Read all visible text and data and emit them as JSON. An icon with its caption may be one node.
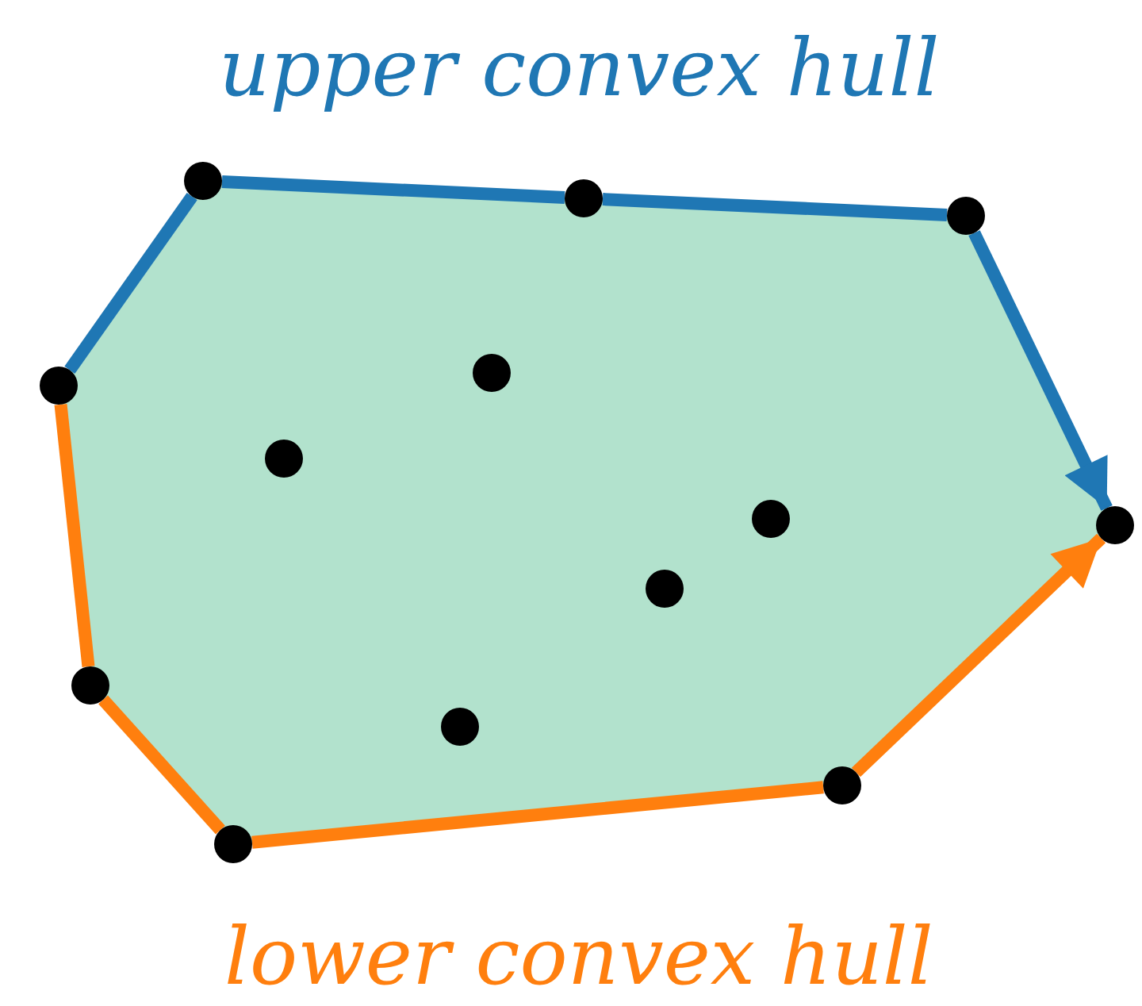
{
  "diagram": {
    "nodes": [
      {
        "text": [],
        "shape": "circle"
      },
      {
        "text": [],
        "shape": "circle"
      },
      {
        "text": [],
        "shape": "circle"
      },
      {
        "text": [],
        "shape": "circle"
      },
      {
        "text": [],
        "shape": "circle"
      },
      {
        "text": [],
        "shape": "circle"
      },
      {
        "text": [],
        "shape": "circle"
      },
      {
        "text": [],
        "shape": "circle"
      },
      {
        "text": [],
        "shape": "circle"
      },
      {
        "text": [],
        "shape": "circle"
      },
      {
        "text": [],
        "shape": "circle"
      },
      {
        "text": [],
        "shape": "circle"
      },
      {
        "text": [],
        "shape": "circle"
      }
    ],
    "edges": [
      {
        "from": 4,
        "to": 0,
        "arrow": "none",
        "color": "#1f77b4"
      },
      {
        "from": 0,
        "to": 1,
        "arrow": "none",
        "color": "#1f77b4"
      },
      {
        "from": 1,
        "to": 2,
        "arrow": "none",
        "color": "#1f77b4"
      },
      {
        "from": 2,
        "to": 7,
        "arrow": "to",
        "color": "#1f77b4"
      },
      {
        "from": 4,
        "to": 9,
        "arrow": "none",
        "color": "#ff7f0e"
      },
      {
        "from": 9,
        "to": 12,
        "arrow": "none",
        "color": "#ff7f0e"
      },
      {
        "from": 12,
        "to": 11,
        "arrow": "none",
        "color": "#ff7f0e"
      },
      {
        "from": 11,
        "to": 7,
        "arrow": "to",
        "color": "#ff7f0e"
      }
    ],
    "labels": [
      "upper convex hull",
      "lower convex hull"
    ]
  }
}
